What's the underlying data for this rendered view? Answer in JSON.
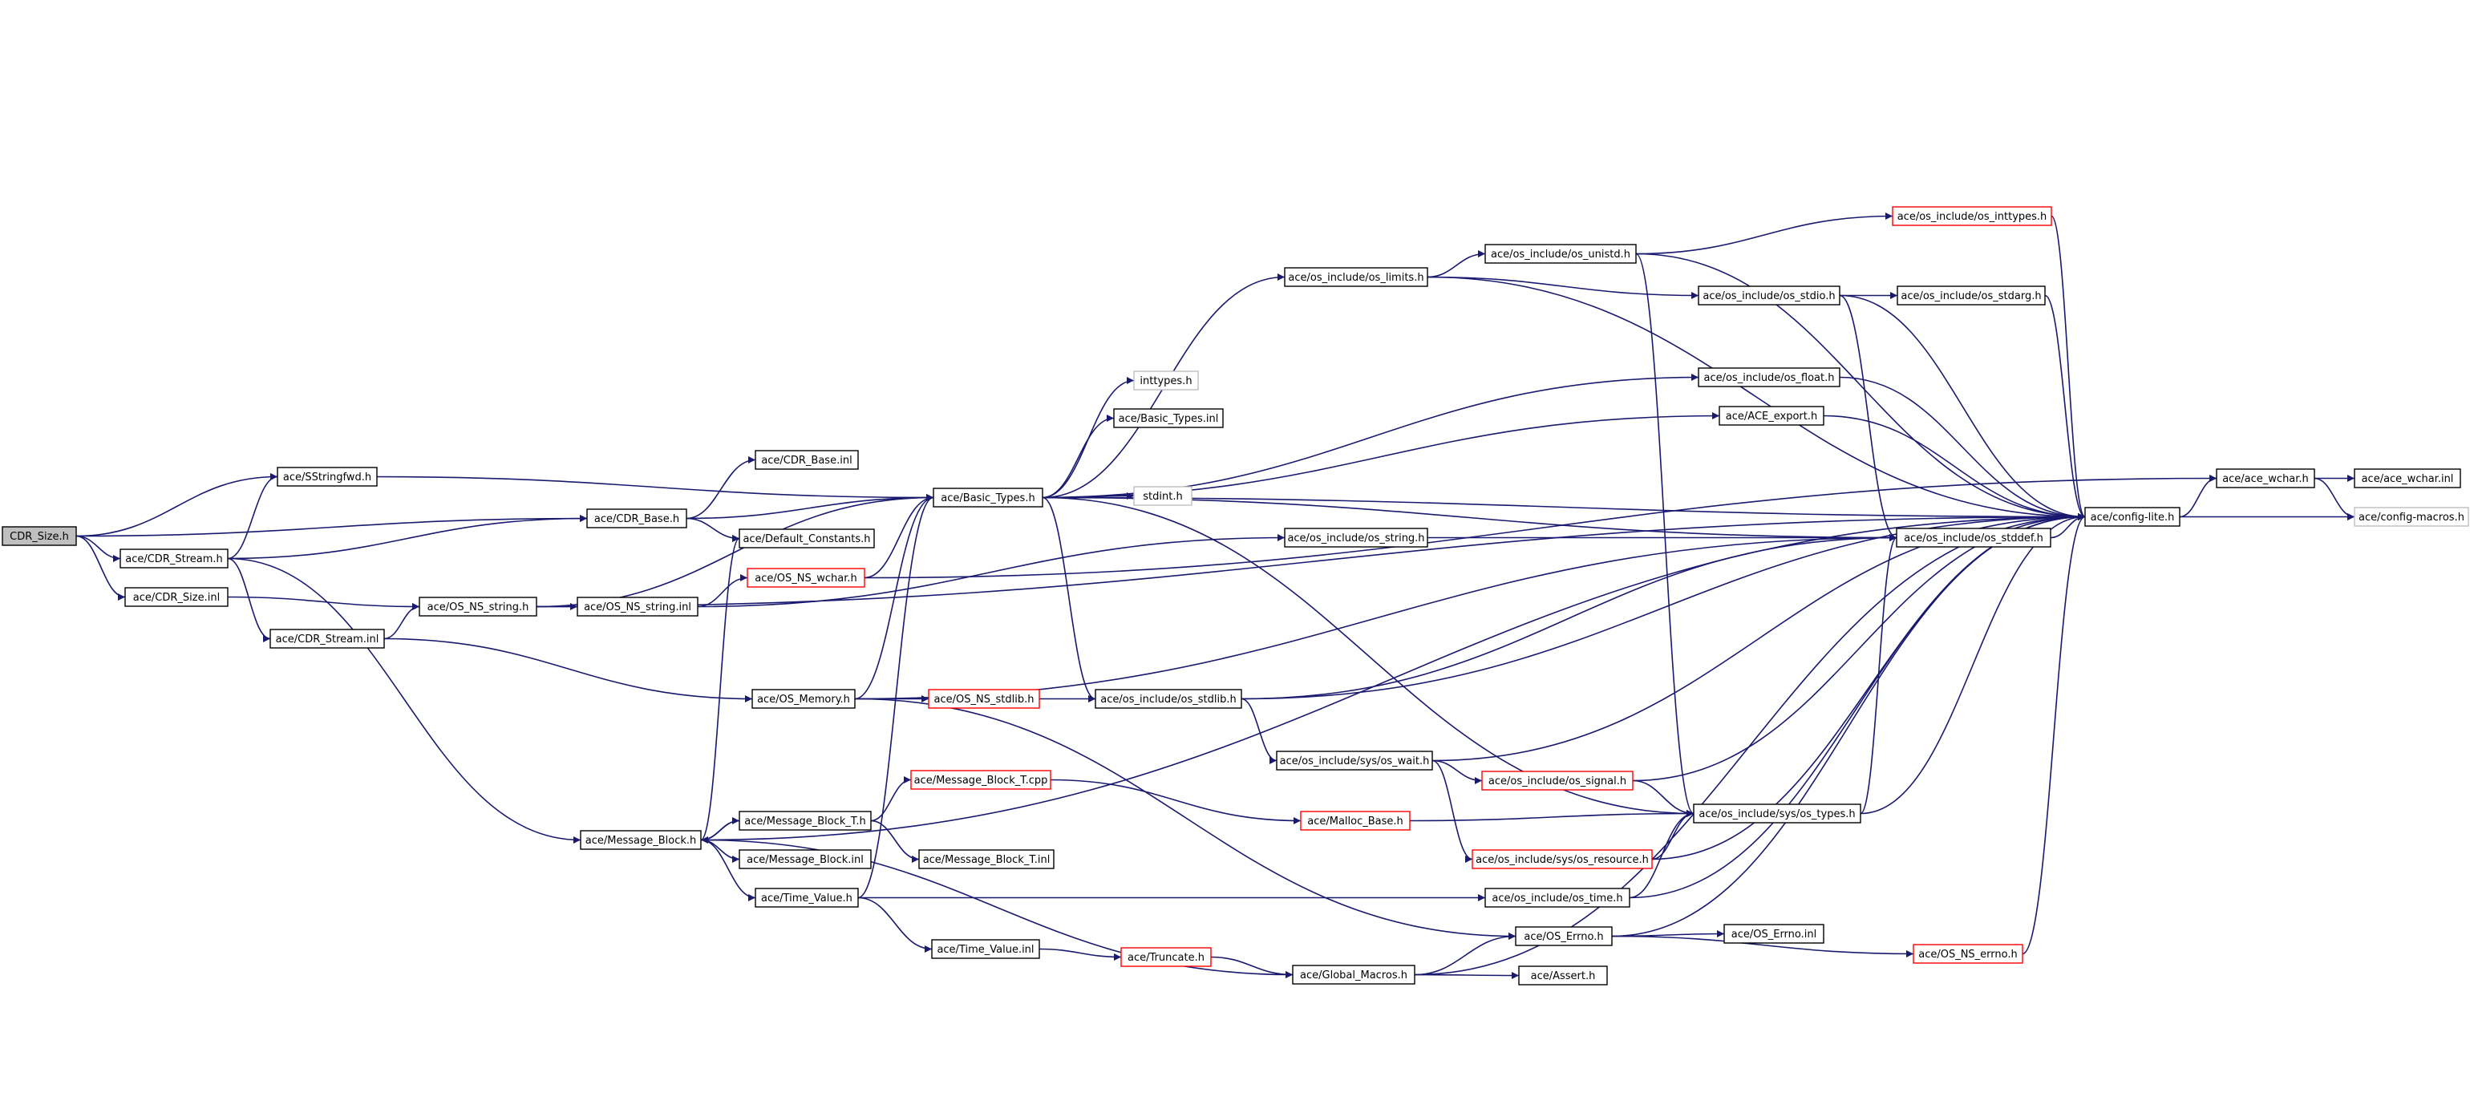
{
  "diagram": {
    "nodes": [
      {
        "id": "cdr_size_h",
        "label": "CDR_Size.h",
        "style": "root"
      },
      {
        "id": "sstringfwd",
        "label": "ace/SStringfwd.h",
        "style": "normal"
      },
      {
        "id": "cdr_base_h",
        "label": "ace/CDR_Base.h",
        "style": "normal"
      },
      {
        "id": "cdr_stream_h",
        "label": "ace/CDR_Stream.h",
        "style": "normal"
      },
      {
        "id": "cdr_size_inl",
        "label": "ace/CDR_Size.inl",
        "style": "normal"
      },
      {
        "id": "cdr_stream_inl",
        "label": "ace/CDR_Stream.inl",
        "style": "normal"
      },
      {
        "id": "os_ns_string_h",
        "label": "ace/OS_NS_string.h",
        "style": "normal"
      },
      {
        "id": "os_ns_string_inl",
        "label": "ace/OS_NS_string.inl",
        "style": "normal"
      },
      {
        "id": "cdr_base_inl",
        "label": "ace/CDR_Base.inl",
        "style": "normal"
      },
      {
        "id": "default_constants",
        "label": "ace/Default_Constants.h",
        "style": "normal"
      },
      {
        "id": "os_ns_wchar",
        "label": "ace/OS_NS_wchar.h",
        "style": "red"
      },
      {
        "id": "basic_types_h",
        "label": "ace/Basic_Types.h",
        "style": "normal"
      },
      {
        "id": "inttypes",
        "label": "inttypes.h",
        "style": "grey"
      },
      {
        "id": "basic_types_inl",
        "label": "ace/Basic_Types.inl",
        "style": "normal"
      },
      {
        "id": "stdint",
        "label": "stdint.h",
        "style": "grey"
      },
      {
        "id": "os_limits",
        "label": "ace/os_include/os_limits.h",
        "style": "normal"
      },
      {
        "id": "os_unistd",
        "label": "ace/os_include/os_unistd.h",
        "style": "normal"
      },
      {
        "id": "os_inttypes",
        "label": "ace/os_include/os_inttypes.h",
        "style": "red"
      },
      {
        "id": "os_stdio",
        "label": "ace/os_include/os_stdio.h",
        "style": "normal"
      },
      {
        "id": "os_stdarg",
        "label": "ace/os_include/os_stdarg.h",
        "style": "normal"
      },
      {
        "id": "os_float",
        "label": "ace/os_include/os_float.h",
        "style": "normal"
      },
      {
        "id": "ace_export",
        "label": "ace/ACE_export.h",
        "style": "normal"
      },
      {
        "id": "os_string_h",
        "label": "ace/os_include/os_string.h",
        "style": "normal"
      },
      {
        "id": "os_stddef",
        "label": "ace/os_include/os_stddef.h",
        "style": "normal"
      },
      {
        "id": "config_lite",
        "label": "ace/config-lite.h",
        "style": "normal"
      },
      {
        "id": "ace_wchar_h",
        "label": "ace/ace_wchar.h",
        "style": "normal"
      },
      {
        "id": "ace_wchar_inl",
        "label": "ace/ace_wchar.inl",
        "style": "normal"
      },
      {
        "id": "config_macros",
        "label": "ace/config-macros.h",
        "style": "grey"
      },
      {
        "id": "os_memory",
        "label": "ace/OS_Memory.h",
        "style": "normal"
      },
      {
        "id": "os_ns_stdlib",
        "label": "ace/OS_NS_stdlib.h",
        "style": "red"
      },
      {
        "id": "os_stdlib",
        "label": "ace/os_include/os_stdlib.h",
        "style": "normal"
      },
      {
        "id": "sys_wait",
        "label": "ace/os_include/sys/os_wait.h",
        "style": "normal"
      },
      {
        "id": "os_signal",
        "label": "ace/os_include/os_signal.h",
        "style": "red"
      },
      {
        "id": "sys_types",
        "label": "ace/os_include/sys/os_types.h",
        "style": "normal"
      },
      {
        "id": "sys_resource",
        "label": "ace/os_include/sys/os_resource.h",
        "style": "red"
      },
      {
        "id": "message_block_h",
        "label": "ace/Message_Block.h",
        "style": "normal"
      },
      {
        "id": "message_block_t_h",
        "label": "ace/Message_Block_T.h",
        "style": "normal"
      },
      {
        "id": "message_block_t_cpp",
        "label": "ace/Message_Block_T.cpp",
        "style": "red"
      },
      {
        "id": "malloc_base",
        "label": "ace/Malloc_Base.h",
        "style": "red"
      },
      {
        "id": "message_block_inl",
        "label": "ace/Message_Block.inl",
        "style": "normal"
      },
      {
        "id": "message_block_t_inl",
        "label": "ace/Message_Block_T.inl",
        "style": "normal"
      },
      {
        "id": "time_value_h",
        "label": "ace/Time_Value.h",
        "style": "normal"
      },
      {
        "id": "os_time",
        "label": "ace/os_include/os_time.h",
        "style": "normal"
      },
      {
        "id": "time_value_inl",
        "label": "ace/Time_Value.inl",
        "style": "normal"
      },
      {
        "id": "truncate",
        "label": "ace/Truncate.h",
        "style": "red"
      },
      {
        "id": "global_macros",
        "label": "ace/Global_Macros.h",
        "style": "normal"
      },
      {
        "id": "os_errno",
        "label": "ace/OS_Errno.h",
        "style": "normal"
      },
      {
        "id": "os_errno_inl",
        "label": "ace/OS_Errno.inl",
        "style": "normal"
      },
      {
        "id": "os_ns_errno",
        "label": "ace/OS_NS_errno.h",
        "style": "red"
      },
      {
        "id": "assert",
        "label": "ace/Assert.h",
        "style": "normal"
      }
    ],
    "edges": [
      [
        "cdr_size_h",
        "sstringfwd"
      ],
      [
        "cdr_size_h",
        "cdr_base_h"
      ],
      [
        "cdr_size_h",
        "cdr_stream_h"
      ],
      [
        "cdr_size_h",
        "cdr_size_inl"
      ],
      [
        "cdr_stream_h",
        "sstringfwd"
      ],
      [
        "cdr_stream_h",
        "cdr_base_h"
      ],
      [
        "cdr_stream_h",
        "cdr_stream_inl"
      ],
      [
        "cdr_stream_h",
        "message_block_h"
      ],
      [
        "cdr_size_inl",
        "os_ns_string_h"
      ],
      [
        "cdr_stream_inl",
        "os_ns_string_h"
      ],
      [
        "cdr_stream_inl",
        "os_memory"
      ],
      [
        "sstringfwd",
        "basic_types_h"
      ],
      [
        "cdr_base_h",
        "cdr_base_inl"
      ],
      [
        "cdr_base_h",
        "basic_types_h"
      ],
      [
        "cdr_base_h",
        "default_constants"
      ],
      [
        "os_ns_string_h",
        "os_ns_string_inl"
      ],
      [
        "os_ns_string_h",
        "config_lite"
      ],
      [
        "os_ns_string_h",
        "basic_types_h"
      ],
      [
        "os_ns_string_inl",
        "os_ns_wchar"
      ],
      [
        "os_ns_string_inl",
        "os_string_h"
      ],
      [
        "os_ns_wchar",
        "basic_types_h"
      ],
      [
        "os_ns_wchar",
        "ace_wchar_h"
      ],
      [
        "basic_types_h",
        "inttypes"
      ],
      [
        "basic_types_h",
        "basic_types_inl"
      ],
      [
        "basic_types_h",
        "stdint"
      ],
      [
        "basic_types_h",
        "os_limits"
      ],
      [
        "basic_types_h",
        "os_float"
      ],
      [
        "basic_types_h",
        "ace_export"
      ],
      [
        "basic_types_h",
        "os_stddef"
      ],
      [
        "basic_types_h",
        "config_lite"
      ],
      [
        "basic_types_h",
        "os_stdlib"
      ],
      [
        "basic_types_h",
        "sys_types"
      ],
      [
        "os_limits",
        "os_unistd"
      ],
      [
        "os_limits",
        "os_stdio"
      ],
      [
        "os_limits",
        "config_lite"
      ],
      [
        "os_unistd",
        "os_inttypes"
      ],
      [
        "os_unistd",
        "config_lite"
      ],
      [
        "os_unistd",
        "sys_types"
      ],
      [
        "os_inttypes",
        "config_lite"
      ],
      [
        "os_stdio",
        "os_stdarg"
      ],
      [
        "os_stdio",
        "config_lite"
      ],
      [
        "os_stdio",
        "os_stddef"
      ],
      [
        "os_stdarg",
        "config_lite"
      ],
      [
        "os_float",
        "config_lite"
      ],
      [
        "ace_export",
        "config_lite"
      ],
      [
        "os_string_h",
        "os_stddef"
      ],
      [
        "os_stddef",
        "config_lite"
      ],
      [
        "config_lite",
        "ace_wchar_h"
      ],
      [
        "config_lite",
        "config_macros"
      ],
      [
        "ace_wchar_h",
        "ace_wchar_inl"
      ],
      [
        "ace_wchar_h",
        "config_macros"
      ],
      [
        "os_memory",
        "basic_types_h"
      ],
      [
        "os_memory",
        "os_ns_stdlib"
      ],
      [
        "os_memory",
        "os_stddef"
      ],
      [
        "os_memory",
        "os_errno"
      ],
      [
        "os_ns_stdlib",
        "os_stdlib"
      ],
      [
        "os_stdlib",
        "os_stddef"
      ],
      [
        "os_stdlib",
        "config_lite"
      ],
      [
        "os_stdlib",
        "sys_wait"
      ],
      [
        "sys_wait",
        "config_lite"
      ],
      [
        "sys_wait",
        "os_signal"
      ],
      [
        "sys_wait",
        "sys_resource"
      ],
      [
        "os_signal",
        "sys_types"
      ],
      [
        "os_signal",
        "config_lite"
      ],
      [
        "sys_types",
        "os_stddef"
      ],
      [
        "sys_types",
        "config_lite"
      ],
      [
        "sys_resource",
        "sys_types"
      ],
      [
        "sys_resource",
        "config_lite"
      ],
      [
        "message_block_h",
        "default_constants"
      ],
      [
        "message_block_h",
        "message_block_t_h"
      ],
      [
        "message_block_h",
        "message_block_inl"
      ],
      [
        "message_block_h",
        "time_value_h"
      ],
      [
        "message_block_h",
        "global_macros"
      ],
      [
        "message_block_h",
        "config_lite"
      ],
      [
        "message_block_t_h",
        "message_block_h"
      ],
      [
        "message_block_t_h",
        "message_block_t_cpp"
      ],
      [
        "message_block_t_h",
        "message_block_t_inl"
      ],
      [
        "message_block_t_cpp",
        "malloc_base"
      ],
      [
        "malloc_base",
        "sys_types"
      ],
      [
        "time_value_h",
        "basic_types_h"
      ],
      [
        "time_value_h",
        "os_time"
      ],
      [
        "time_value_h",
        "time_value_inl"
      ],
      [
        "os_time",
        "sys_types"
      ],
      [
        "os_time",
        "config_lite"
      ],
      [
        "time_value_inl",
        "truncate"
      ],
      [
        "truncate",
        "global_macros"
      ],
      [
        "global_macros",
        "os_errno"
      ],
      [
        "global_macros",
        "assert"
      ],
      [
        "global_macros",
        "config_lite"
      ],
      [
        "os_errno",
        "os_errno_inl"
      ],
      [
        "os_errno",
        "os_ns_errno"
      ],
      [
        "os_errno",
        "config_lite"
      ],
      [
        "os_ns_errno",
        "config_lite"
      ]
    ]
  }
}
